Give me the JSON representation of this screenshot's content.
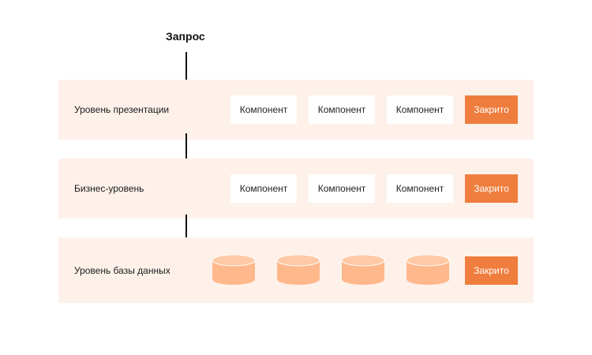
{
  "request_label": "Запрос",
  "colors": {
    "layer_bg": "#fdf1ea",
    "closed_bg": "#ef7d3d",
    "db_fill": "#ffb88c",
    "db_top": "#ffc9a6"
  },
  "layers": {
    "presentation": {
      "label": "Уровень презентации",
      "components": [
        "Компонент",
        "Компонент",
        "Компонент"
      ],
      "closed": "Закрито"
    },
    "business": {
      "label": "Бизнес-уровень",
      "components": [
        "Компонент",
        "Компонент",
        "Компонент"
      ],
      "closed": "Закрито"
    },
    "database": {
      "label": "Уровень базы данных",
      "closed": "Закрито"
    }
  }
}
